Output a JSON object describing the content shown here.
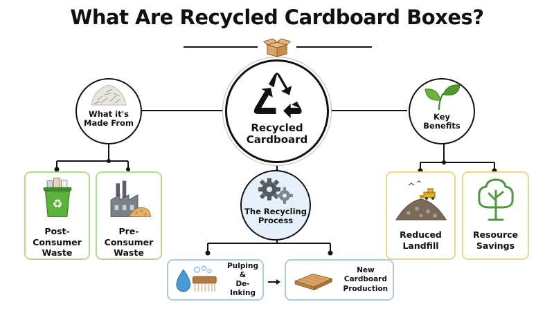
{
  "title": "What Are Recycled Cardboard Boxes?",
  "icons": {
    "title_box": "cardboard-box-icon",
    "center": "recycle-icon",
    "made_from": "shredded-paper-icon",
    "benefits": "leaves-icon",
    "process": "gears-icon"
  },
  "center": {
    "line1": "Recycled",
    "line2": "Cardboard"
  },
  "made_from": {
    "line1": "What it's",
    "line2": "Made From",
    "items": [
      {
        "line1": "Post-Consumer",
        "line2": "Waste",
        "icon": "recycling-bin-icon"
      },
      {
        "line1": "Pre-Consumer",
        "line2": "Waste",
        "icon": "factory-icon"
      }
    ]
  },
  "benefits": {
    "line1": "Key",
    "line2": "Benefits",
    "items": [
      {
        "line1": "Reduced",
        "line2": "Landfill",
        "icon": "landfill-icon"
      },
      {
        "line1": "Resource",
        "line2": "Savings",
        "icon": "tree-icon"
      }
    ]
  },
  "process": {
    "line1": "The Recycling",
    "line2": "Process",
    "steps": [
      {
        "line1": "Pulping &",
        "line2": "De-Inking",
        "icon": "water-brush-icon"
      },
      {
        "line1": "New Cardboard",
        "line2": "Production",
        "icon": "cardboard-sheet-icon"
      }
    ]
  },
  "colors": {
    "green_border": "#b5d98a",
    "yellow_border": "#ead98a",
    "blue_border": "#a9cbe8",
    "line": "#111111"
  }
}
